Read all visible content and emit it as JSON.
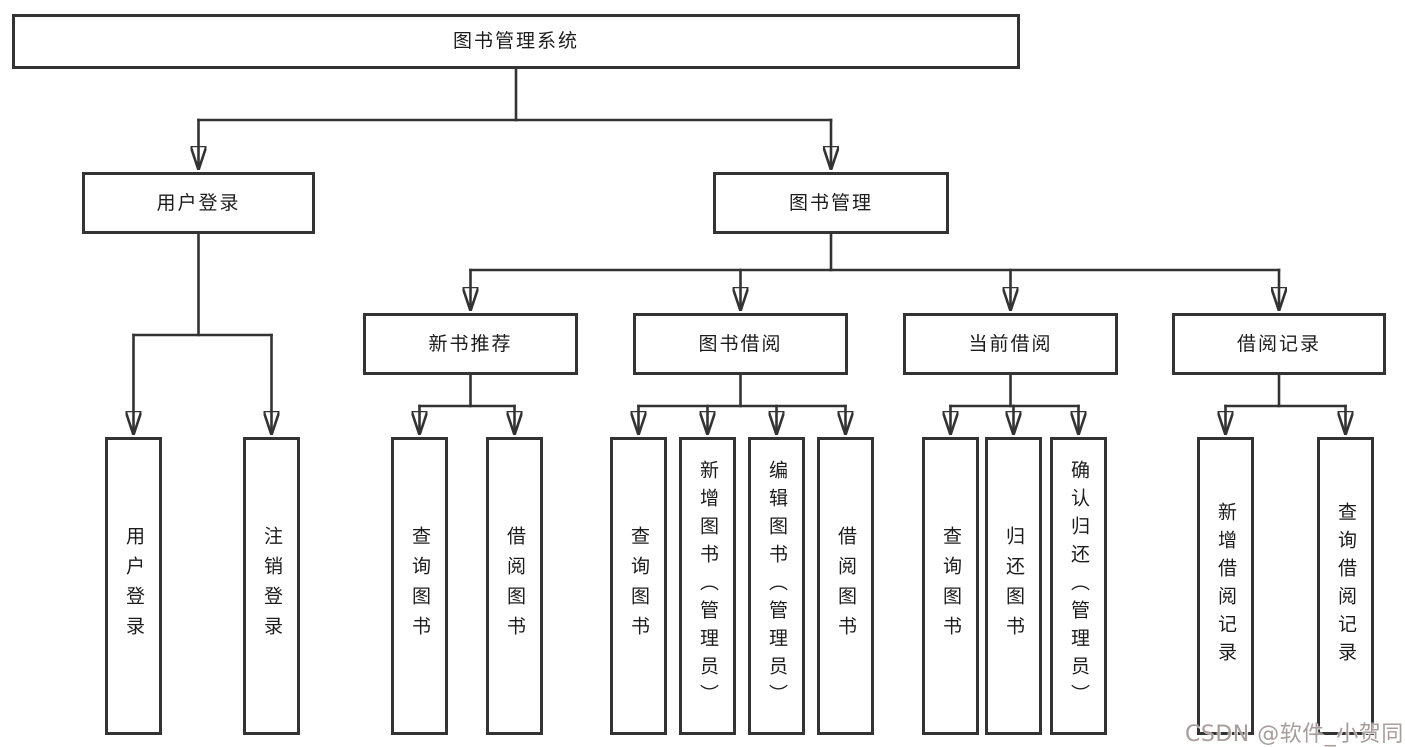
{
  "nodes": {
    "root": "图书管理系统",
    "level2": [
      "用户登录",
      "图书管理"
    ],
    "level3": [
      "新书推荐",
      "图书借阅",
      "当前借阅",
      "借阅记录"
    ],
    "leaves_user": [
      "用户登录",
      "注销登录"
    ],
    "leaves_newbook": [
      "查询图书",
      "借阅图书"
    ],
    "leaves_borrow": [
      "查询图书",
      "新增图书（管理员）",
      "编辑图书（管理员）",
      "借阅图书"
    ],
    "leaves_current": [
      "查询图书",
      "归还图书",
      "确认归还（管理员）"
    ],
    "leaves_records": [
      "新增借阅记录",
      "查询借阅记录"
    ]
  },
  "watermark": {
    "text": "CSDN @软件_小贺同学"
  },
  "colors": {
    "line": "#333333",
    "text": "#1c1c1c",
    "background": "#ffffff",
    "watermark": "#a89c9c"
  }
}
